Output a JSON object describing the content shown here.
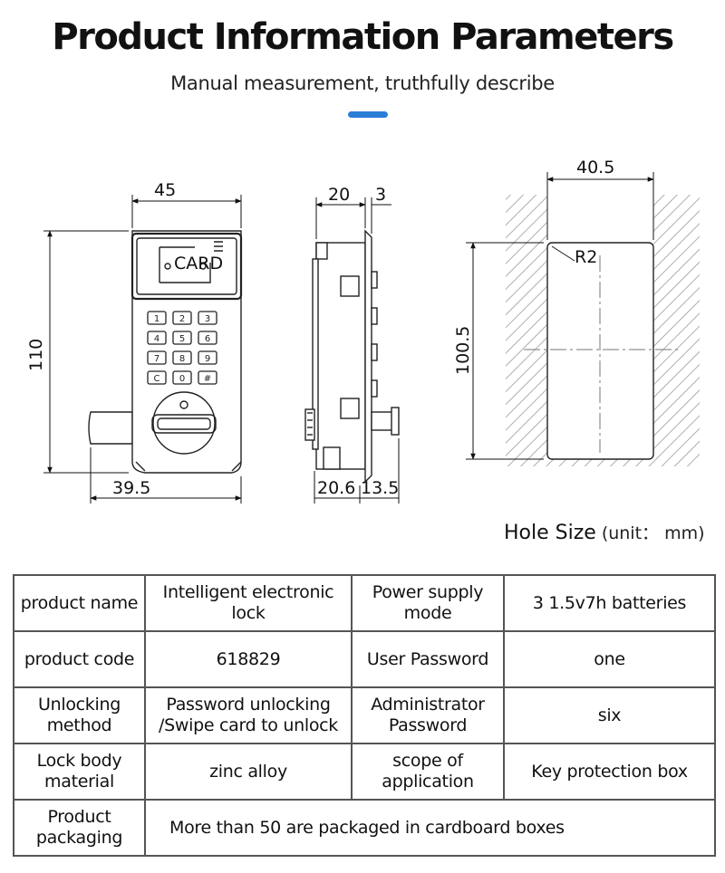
{
  "header": {
    "title": "Product Information Parameters",
    "subtitle": "Manual measurement, truthfully describe"
  },
  "drawing": {
    "front": {
      "width": "45",
      "height": "110",
      "bottom": "39.5"
    },
    "side": {
      "top_a": "20",
      "top_b": "3",
      "bottom_a": "20.6",
      "bottom_b": "13.5"
    },
    "hole": {
      "width": "40.5",
      "height": "100.5",
      "radius": "R2"
    },
    "keypad": [
      "1",
      "2",
      "3",
      "4",
      "5",
      "6",
      "7",
      "8",
      "9",
      "C",
      "0",
      "#"
    ],
    "card_label": "CARD"
  },
  "hole_size": {
    "label": "Hole Size",
    "unit": "(unit： mm)"
  },
  "spec_table": {
    "product_name_label": "product name",
    "product_name_value": "Intelligent electronic lock",
    "power_label": "Power supply mode",
    "power_value": "3 1.5v7h batteries",
    "product_code_label": "product code",
    "product_code_value": "618829",
    "user_password_label": "User Password",
    "user_password_value": "one",
    "unlocking_label": "Unlocking method",
    "unlocking_value": "Password unlocking /Swipe card to unlock",
    "admin_password_label": "Administrator Password",
    "admin_password_value": "six",
    "material_label": "Lock body material",
    "material_value": "zinc alloy",
    "scope_label": "scope of application",
    "scope_value": "Key protection box",
    "packaging_label": "Product packaging",
    "packaging_value": "More than 50 are packaged in cardboard boxes"
  }
}
